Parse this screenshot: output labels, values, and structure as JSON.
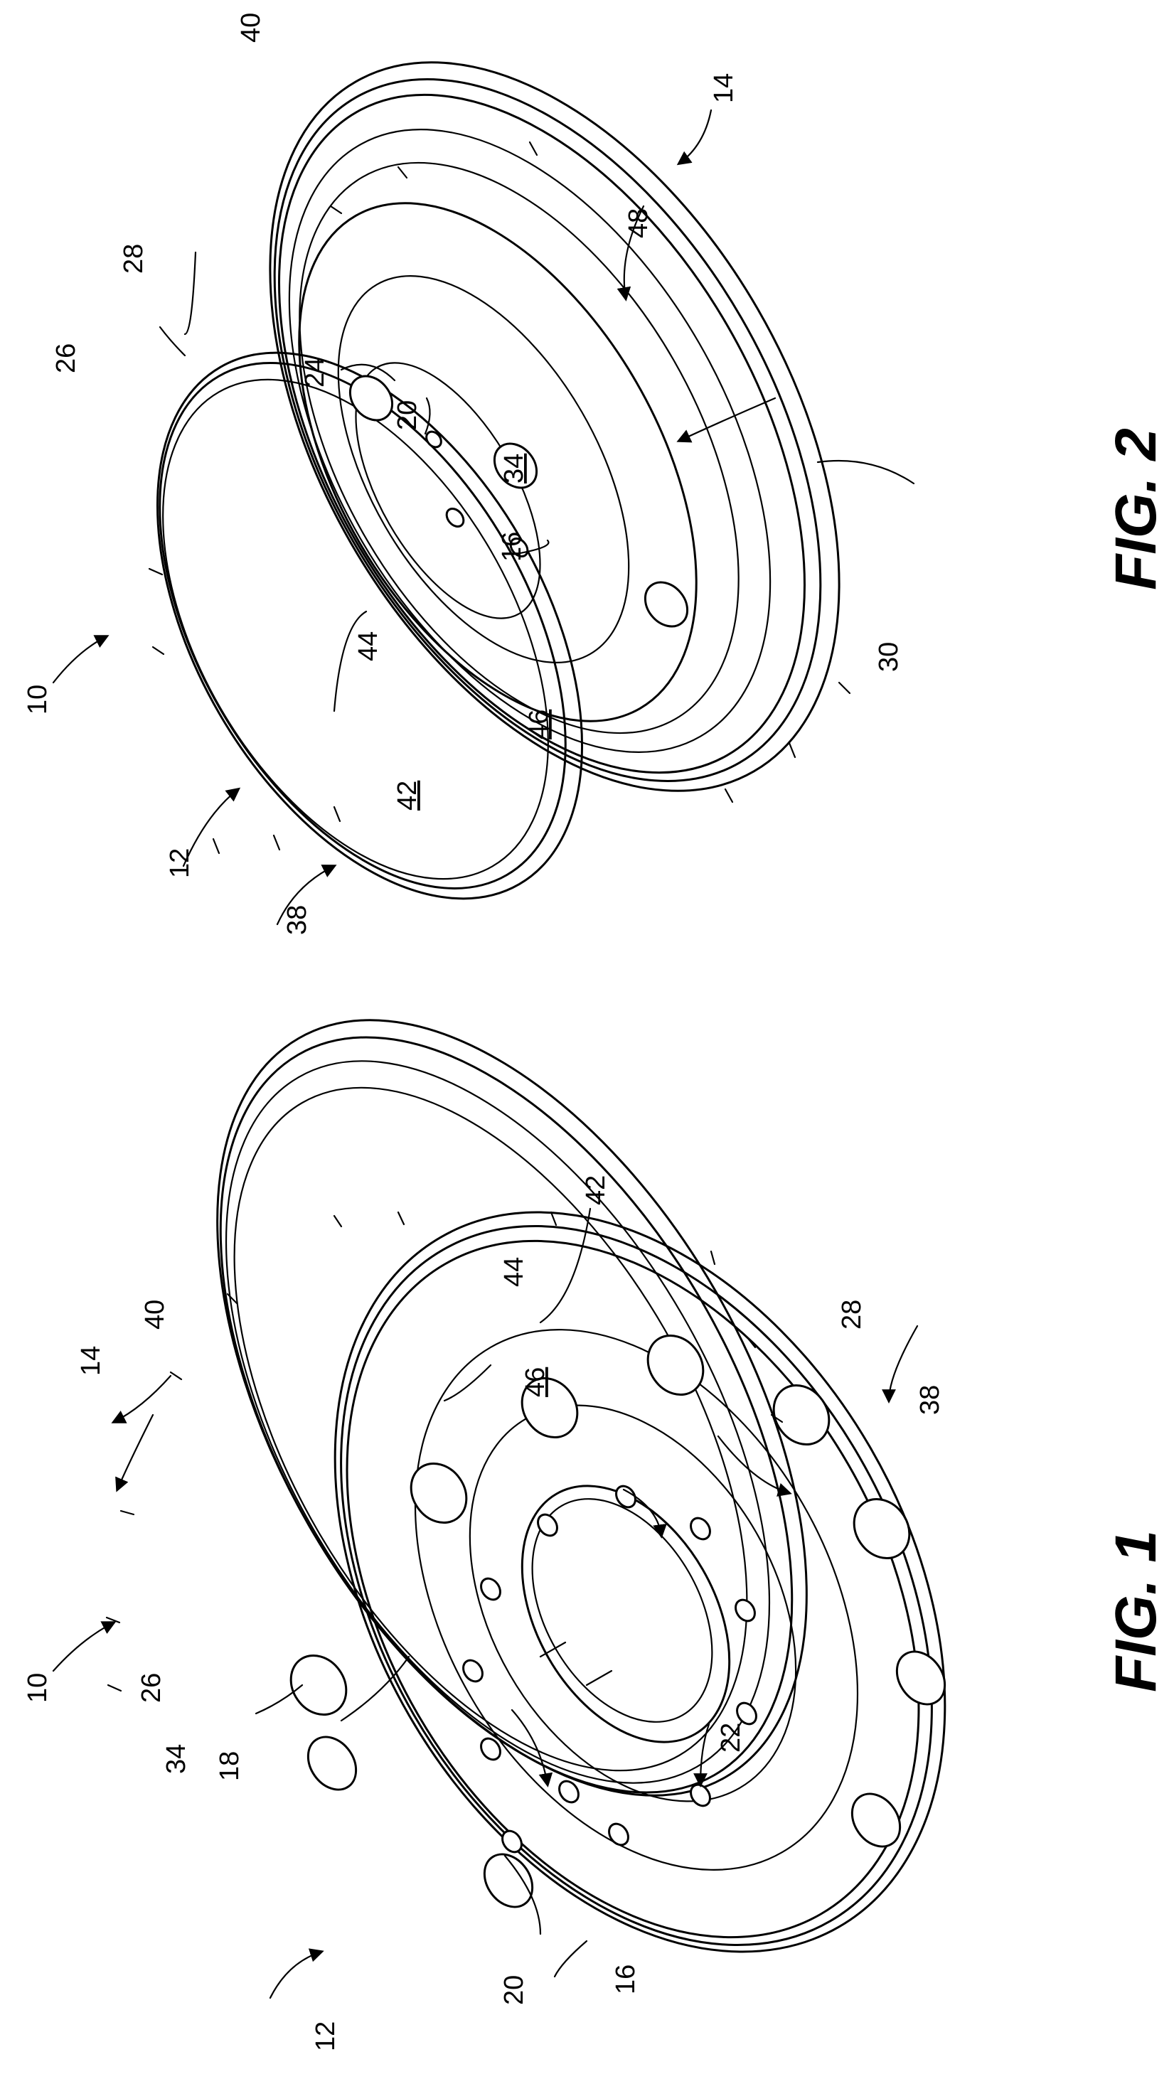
{
  "figures": [
    {
      "id": "fig1",
      "caption": "FIG. 1",
      "labels": [
        "10",
        "12",
        "14",
        "16",
        "18",
        "20",
        "22",
        "26",
        "28",
        "34",
        "38",
        "40",
        "42",
        "44",
        "46"
      ]
    },
    {
      "id": "fig2",
      "caption": "FIG. 2",
      "labels": [
        "10",
        "12",
        "14",
        "16",
        "20",
        "24",
        "26",
        "28",
        "30",
        "34",
        "38",
        "40",
        "42",
        "44",
        "46",
        "48"
      ]
    }
  ],
  "underlined_labels": [
    "34",
    "42",
    "46"
  ]
}
